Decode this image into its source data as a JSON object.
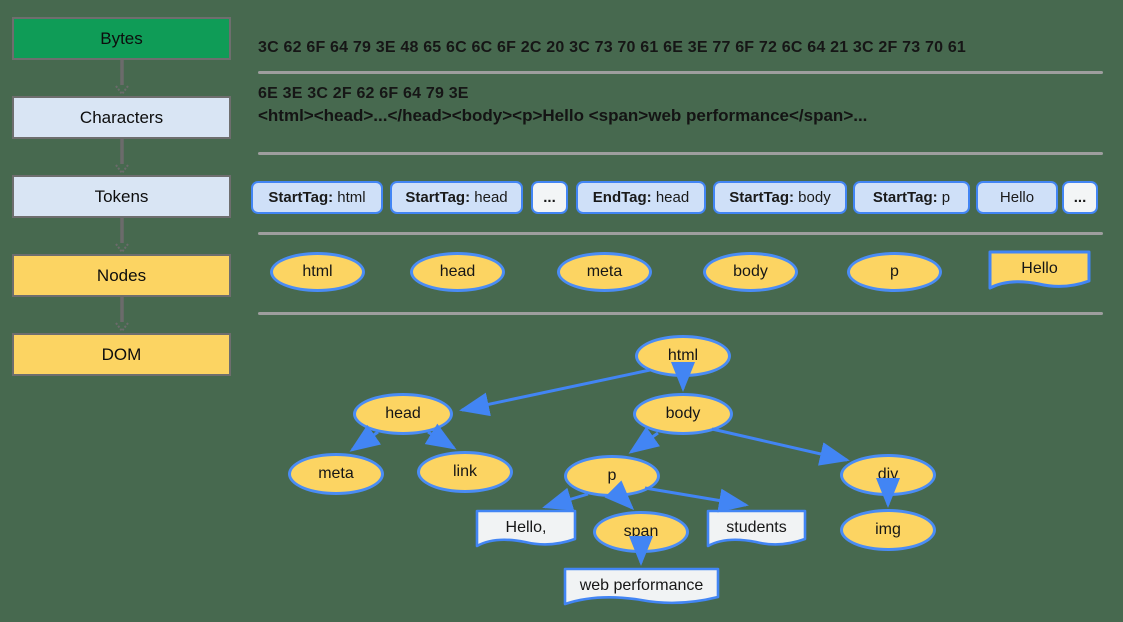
{
  "title": "Browser HTML parsing pipeline: Bytes to DOM",
  "colors": {
    "background": "#47694F",
    "bytes_box_fill": "#0F9C57",
    "text_stage_fill": "#D9E5F4",
    "node_stage_fill": "#FCD462",
    "token_fill": "#CFE0F8",
    "token_muted_fill": "#F3F5F6",
    "flag_fill": "#F1F3F4",
    "accent_blue": "#4285F4",
    "divider_gray": "#9E9E9E",
    "arrow_gray": "#6b6b6b"
  },
  "pipeline": {
    "stages": [
      {
        "label": "Bytes",
        "fill": "#0F9C57"
      },
      {
        "label": "Characters",
        "fill": "#D9E5F4"
      },
      {
        "label": "Tokens",
        "fill": "#D9E5F4"
      },
      {
        "label": "Nodes",
        "fill": "#FCD462"
      },
      {
        "label": "DOM",
        "fill": "#FCD462"
      }
    ]
  },
  "bytes": {
    "line1": "3C 62 6F 64 79 3E 48 65 6C 6C 6F 2C 20 3C 73 70 61 6E 3E 77 6F 72 6C 64 21 3C 2F 73 70 61",
    "line2": "6E 3E 3C 2F 62 6F 64 79 3E"
  },
  "characters": {
    "text": "<html><head>...</head><body><p>Hello <span>web performance</span>..."
  },
  "tokens": {
    "items": [
      {
        "tag": "StartTag:",
        "value": " html",
        "fill": "#CFE0F8"
      },
      {
        "tag": "StartTag:",
        "value": " head",
        "fill": "#CFE0F8"
      },
      {
        "value": "...",
        "fill": "#F3F5F6"
      },
      {
        "tag": "EndTag:",
        "value": " head",
        "fill": "#CFE0F8"
      },
      {
        "tag": "StartTag:",
        "value": " body",
        "fill": "#CFE0F8"
      },
      {
        "tag": "StartTag:",
        "value": " p",
        "fill": "#CFE0F8"
      },
      {
        "value": "Hello",
        "fill": "#CFE0F8"
      },
      {
        "value": "...",
        "fill": "#F3F5F6"
      }
    ]
  },
  "nodes_row": {
    "items": [
      "html",
      "head",
      "meta",
      "body",
      "p"
    ],
    "flag": {
      "label": "Hello",
      "fill": "#FCD462"
    }
  },
  "dom_tree": {
    "nodes": {
      "html": "html",
      "head": "head",
      "body": "body",
      "meta": "meta",
      "link": "link",
      "p": "p",
      "div": "div",
      "span": "span",
      "img": "img"
    },
    "flags": {
      "hello": {
        "label": "Hello,",
        "fill": "#F1F3F4"
      },
      "students": {
        "label": "students",
        "fill": "#F1F3F4"
      },
      "webperf": {
        "label": "web performance",
        "fill": "#F1F3F4"
      }
    },
    "edges": [
      "html-head",
      "html-body",
      "head-meta",
      "head-link",
      "body-p",
      "body-div",
      "p-hello",
      "p-span",
      "p-students",
      "span-webperf",
      "div-img"
    ]
  }
}
